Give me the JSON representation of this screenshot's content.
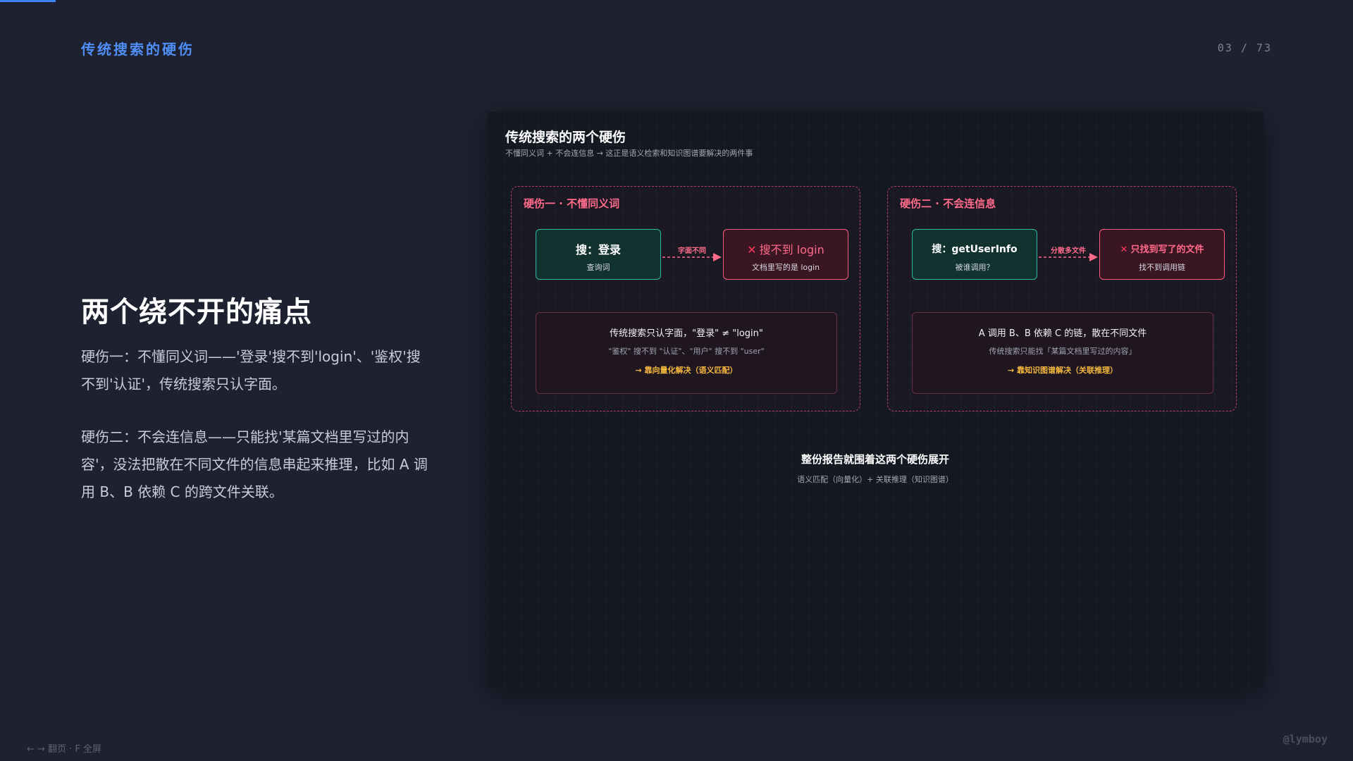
{
  "progress": {
    "current": 3,
    "total": 73,
    "fraction": 0.041
  },
  "header": {
    "section_label": "传统搜索的硬伤",
    "page_counter": "03 / 73"
  },
  "left": {
    "title": "两个绕不开的痛点",
    "para1": "硬伤一：不懂同义词——'登录'搜不到'login'、'鉴权'搜不到'认证'，传统搜索只认字面。",
    "para2": "硬伤二：不会连信息——只能找'某篇文档里写过的内容'，没法把散在不同文件的信息串起来推理，比如 A 调用 B、B 依赖 C 的跨文件关联。"
  },
  "panel": {
    "title": "传统搜索的两个硬伤",
    "subtitle": "不懂同义词 + 不会连信息 → 这正是语义检索和知识图谱要解决的两件事",
    "groups": [
      {
        "title": "硬伤一 · 不懂同义词",
        "query_main": "搜：登录",
        "query_sub": "查询词",
        "edge_label": "字面不同",
        "fail_main": "搜不到 login",
        "fail_sub": "文档里写的是 login",
        "explain_1": "传统搜索只认字面，\"登录\" ≠ \"login\"",
        "explain_2": "\"鉴权\" 搜不到 \"认证\"、\"用户\" 搜不到 \"user\"",
        "explain_3": "→ 靠向量化解决（语义匹配）"
      },
      {
        "title": "硬伤二 · 不会连信息",
        "query_main": "搜：getUserInfo",
        "query_sub": "被谁调用？",
        "edge_label": "分散多文件",
        "fail_main": "只找到写了的文件",
        "fail_sub": "找不到调用链",
        "explain_1": "A 调用 B、B 依赖 C 的链，散在不同文件",
        "explain_2": "传统搜索只能找「某篇文档里写过的内容」",
        "explain_3": "→ 靠知识图谱解决（关联推理）"
      }
    ],
    "footer_title": "整份报告就围着这两个硬伤展开",
    "footer_sub": "语义匹配（向量化）+ 关联推理（知识图谱）"
  },
  "footer": {
    "nav_hint": "← → 翻页 · F 全屏",
    "watermark": "@lymboy"
  },
  "icons": {
    "fail": "x-icon",
    "edge": "arrow-right-icon"
  },
  "colors": {
    "accent": "#4f8ef7",
    "danger": "#ff5c80",
    "teal": "#2fb8a5",
    "highlight": "#f5b83d",
    "background": "#1e2230"
  }
}
